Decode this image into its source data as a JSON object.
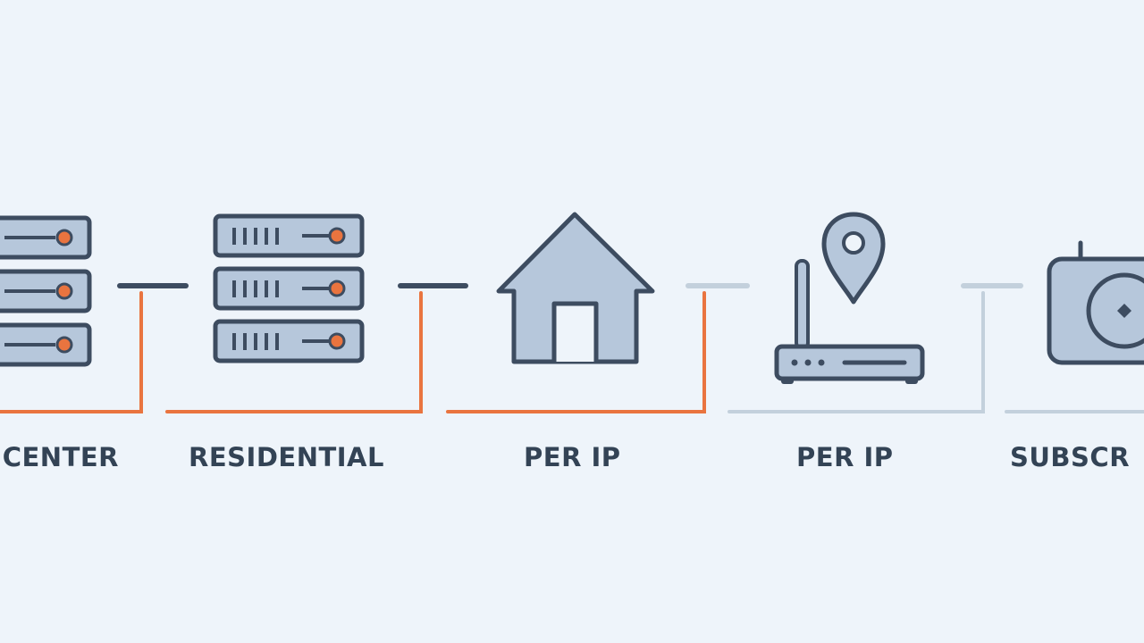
{
  "colors": {
    "background": "#eef4fa",
    "icon_fill": "#b6c7db",
    "icon_stroke": "#3d4c60",
    "accent_orange": "#e9743f",
    "muted_line": "#c3d0dc",
    "label_text": "#334355"
  },
  "icons": [
    {
      "name": "server-rack-icon",
      "highlighted": true
    },
    {
      "name": "server-rack-icon",
      "highlighted": true
    },
    {
      "name": "house-icon",
      "highlighted": true
    },
    {
      "name": "router-with-location-pin-icon",
      "highlighted": false
    },
    {
      "name": "device-icon",
      "highlighted": false
    }
  ],
  "labels": {
    "datacenter": "CENTER",
    "residential": "RESIDENTIAL",
    "per_ip_1": "PER IP",
    "per_ip_2": "PER IP",
    "subscription": "SUBSCR"
  }
}
